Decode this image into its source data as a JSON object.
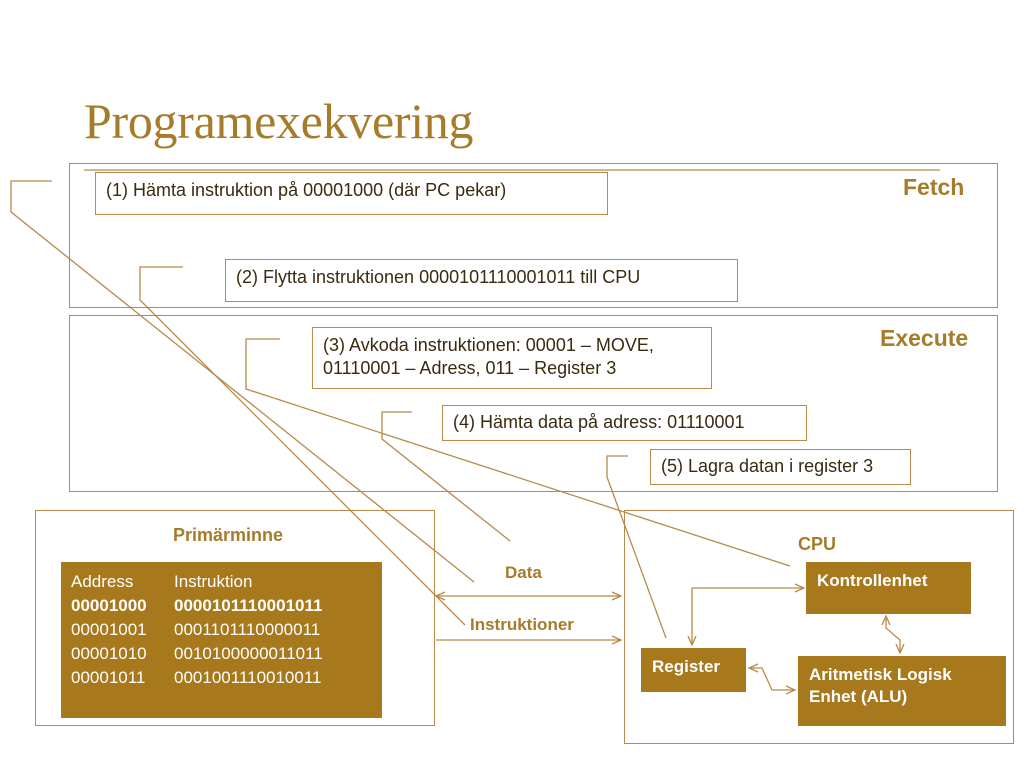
{
  "title": "Programexekvering",
  "phases": {
    "fetch": "Fetch",
    "execute": "Execute"
  },
  "steps": [
    "(1) Hämta instruktion på 00001000 (där PC pekar)",
    "(2) Flytta instruktionen 0000101110001011 till CPU",
    "(3) Avkoda instruktionen: 00001 – MOVE,",
    "01110001 – Adress, 011 – Register 3",
    "(4) Hämta data på adress: 01110001",
    "(5) Lagra datan i register 3"
  ],
  "memory": {
    "title": "Primärminne",
    "header": [
      "Address",
      "Instruktion"
    ],
    "rows": [
      [
        "00001000",
        "0000101110001011"
      ],
      [
        "00001001",
        "0001101110000011"
      ],
      [
        "00001010",
        "0010100000011011"
      ],
      [
        "00001011",
        "0001001110010011"
      ]
    ]
  },
  "buses": {
    "data": "Data",
    "instructions": "Instruktioner"
  },
  "cpu": {
    "title": "CPU",
    "control_unit": "Kontrollenhet",
    "register": "Register",
    "alu_line1": "Aritmetisk Logisk",
    "alu_line2": "Enhet (ALU)"
  },
  "colors": {
    "accent": "#a67c2a",
    "block_fill": "#a8781c",
    "line": "#b8894a"
  }
}
